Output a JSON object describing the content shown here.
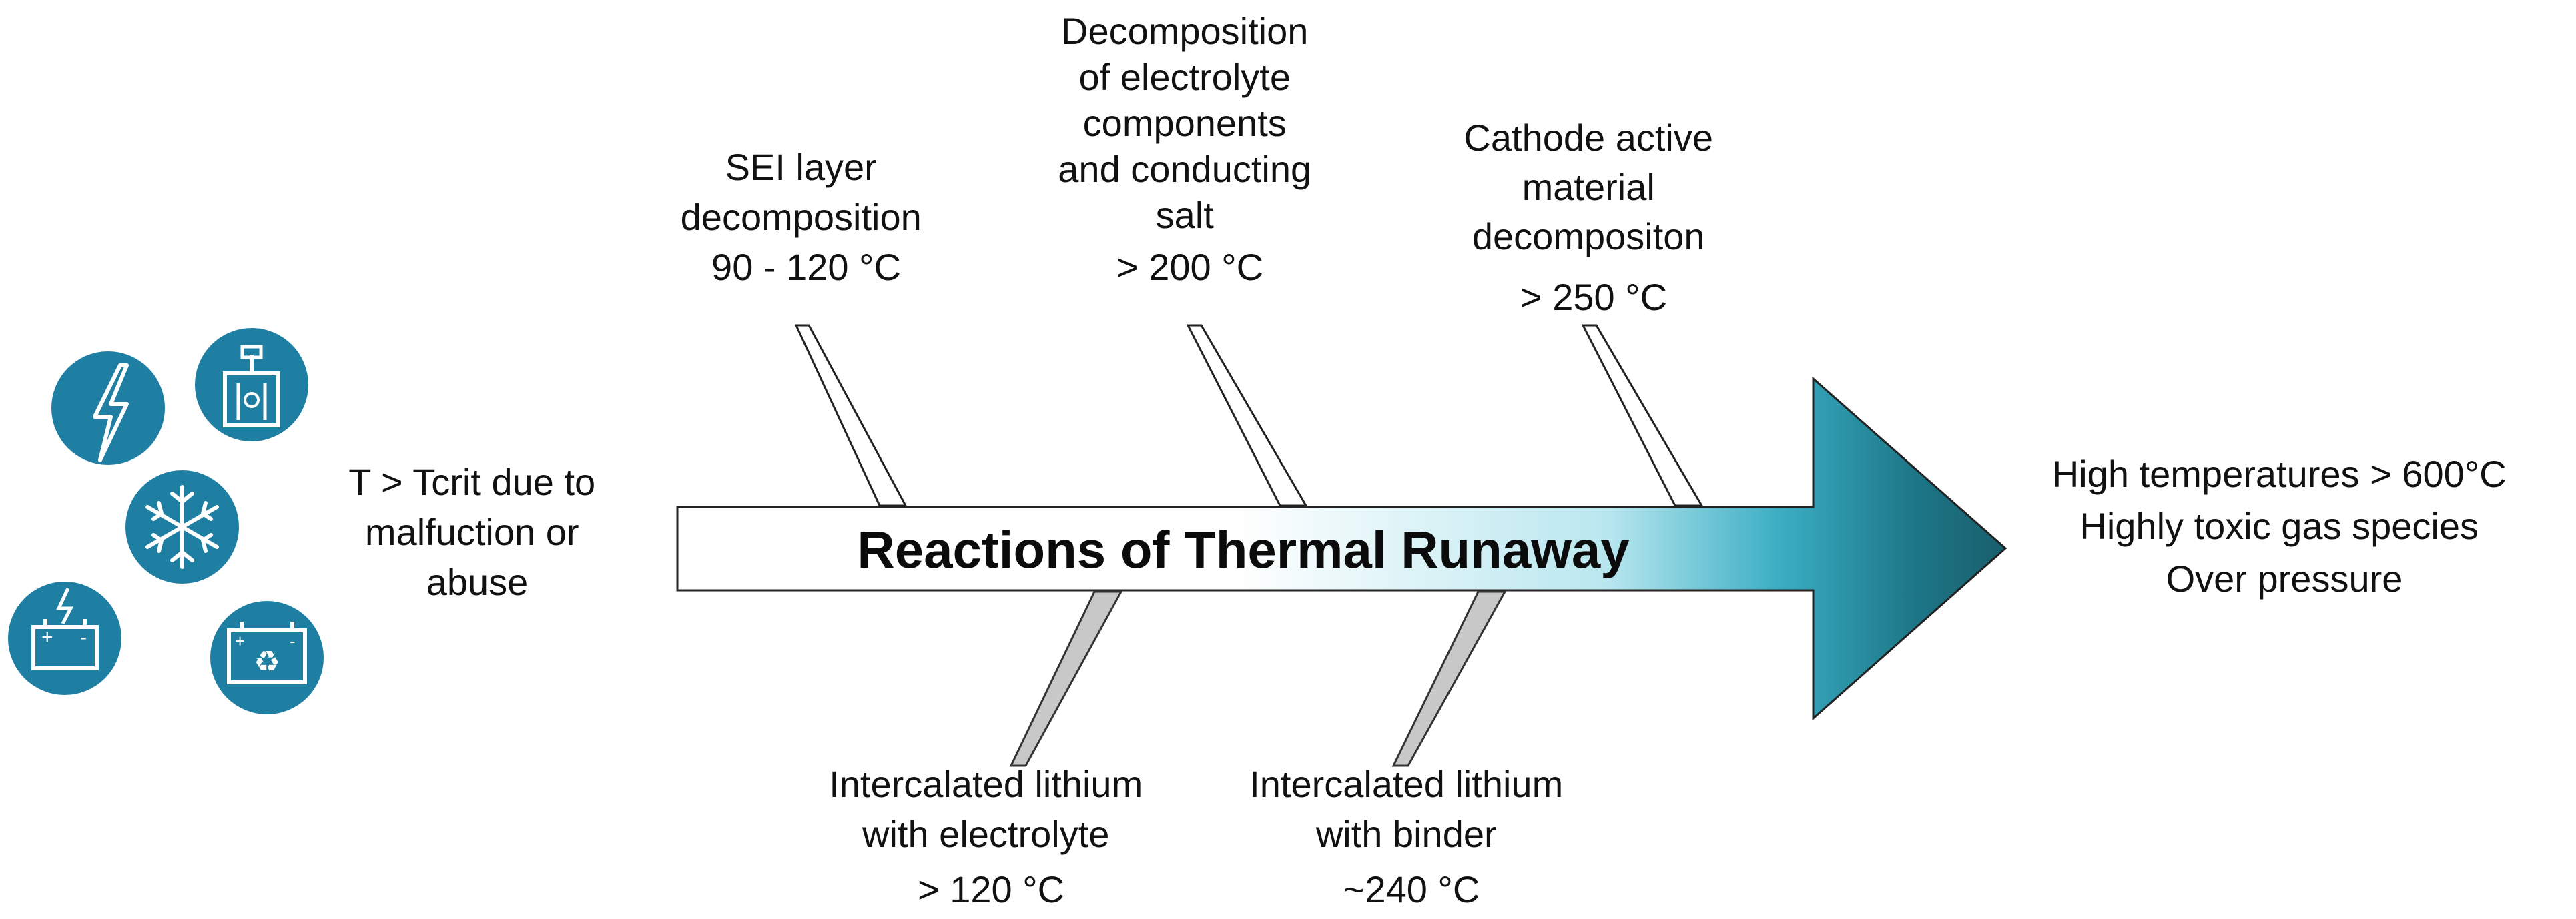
{
  "arrow": {
    "title": "Reactions of Thermal Runaway"
  },
  "trigger": {
    "lines": [
      "T > Tcrit due to",
      "malfuction or",
      "abuse"
    ],
    "icons": [
      {
        "name": "lightning-bolt-icon"
      },
      {
        "name": "overheated-cell-icon"
      },
      {
        "name": "snowflake-icon"
      },
      {
        "name": "charging-battery-icon"
      },
      {
        "name": "recycling-battery-icon"
      }
    ],
    "icon_color": "#1f7fa3"
  },
  "top_reactions": [
    {
      "lines": [
        "SEI layer",
        "decomposition",
        "90 - 120 °C"
      ]
    },
    {
      "lines": [
        "Decomposition",
        "of electrolyte",
        "components",
        "and conducting",
        "salt",
        "> 200 °C"
      ]
    },
    {
      "lines": [
        "Cathode active",
        "material",
        "decompositon",
        "> 250 °C"
      ]
    }
  ],
  "bottom_reactions": [
    {
      "lines": [
        "Intercalated lithium",
        "with electrolyte",
        "> 120 °C"
      ]
    },
    {
      "lines": [
        "Intercalated lithium",
        "with binder",
        "~240 °C"
      ]
    }
  ],
  "outcome": {
    "lines": [
      "High temperatures > 600°C",
      "Highly toxic gas species",
      "Over pressure"
    ]
  },
  "colors": {
    "arrow_dark": "#1a5e6c",
    "arrow_mid": "#2a9bb3",
    "arrow_light": "#ffffff",
    "bottom_spine_fill": "#c8c8c8",
    "top_spine_fill": "#ffffff",
    "text": "#111111"
  }
}
